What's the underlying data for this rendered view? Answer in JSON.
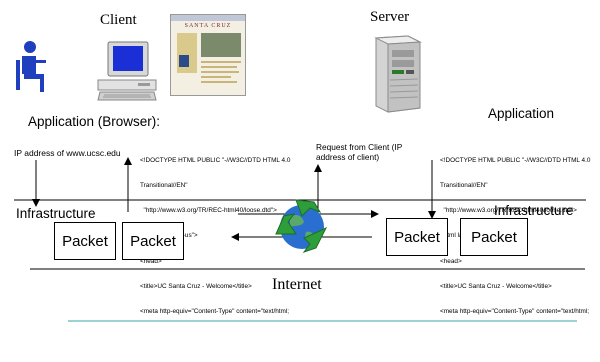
{
  "client": {
    "label": "Client"
  },
  "server": {
    "label": "Server"
  },
  "webpage_thumbnail": {
    "heading": "SANTA CRUZ"
  },
  "client_side": {
    "app_label": "Application (Browser):",
    "dns_query": "IP address of www.ucsc.edu",
    "infra_label": "Infrastructure",
    "packets": [
      "Packet",
      "Packet"
    ]
  },
  "server_side": {
    "app_label": "Application",
    "request_label": "Request from Client (IP address of client)",
    "infra_label": "Infrastructure",
    "packets": [
      "Packet",
      "Packet"
    ]
  },
  "html_source": [
    "<!DOCTYPE HTML PUBLIC \"-//W3C//DTD HTML 4.0",
    "Transitional//EN\"",
    "  \"http://www.w3.org/TR/REC-html40/loose.dtd\">",
    "<html lang=\"en-us\">",
    "<head>",
    "<title>UC Santa Cruz - Welcome</title>",
    "<meta http-equiv=\"Content-Type\" content=\"text/html;"
  ],
  "network_label": "Internet",
  "colors": {
    "teal_rule": "#3aa6a6",
    "globe_blue": "#2a6fd0",
    "recycle_green": "#2e9e3a"
  },
  "icons": [
    "person-at-computer-icon",
    "desktop-computer-icon",
    "webpage-thumbnail",
    "server-tower-icon",
    "recycle-globe-icon"
  ]
}
